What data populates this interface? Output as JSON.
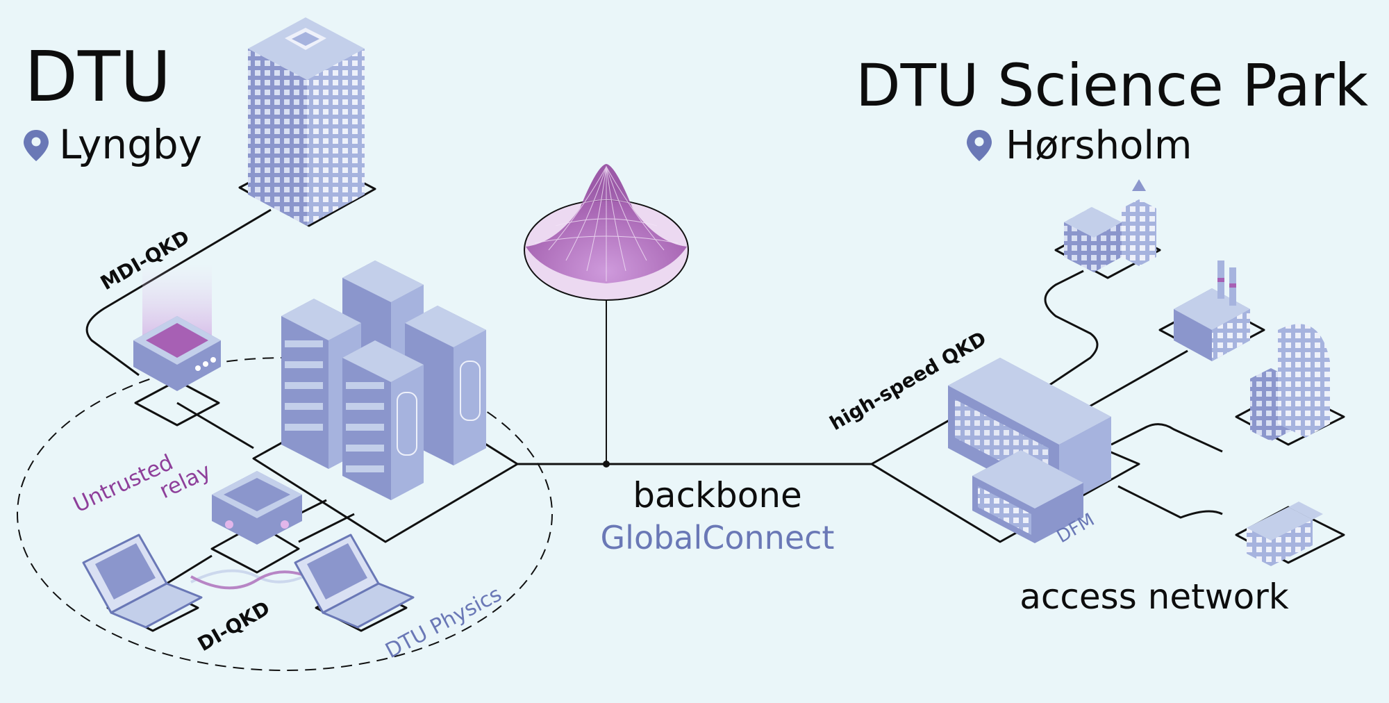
{
  "left": {
    "site_name": "DTU",
    "location": "Lyngby"
  },
  "right": {
    "site_name": "DTU Science Park",
    "location": "Hørsholm"
  },
  "links": {
    "mdi": "MDI-QKD",
    "high_speed": "high-speed QKD",
    "di": "DI-QKD"
  },
  "labels": {
    "relay_line1": "Untrusted",
    "relay_line2": "relay",
    "physics": "DTU Physics",
    "dfm": "DFM",
    "access": "access network"
  },
  "backbone": {
    "title": "backbone",
    "provider": "GlobalConnect"
  },
  "colors": {
    "bg": "#eaf6f9",
    "text": "#0d0d0d",
    "accent_purple": "#8e3f9a",
    "accent_blue": "#6a78b6",
    "building_top": "#c3cfea",
    "building_left": "#8b96cc",
    "building_right": "#a6b3de"
  },
  "icons": [
    "location-pin-icon",
    "building-icon",
    "server-rack-icon",
    "laptop-icon",
    "qkd-device-icon",
    "factory-icon"
  ]
}
